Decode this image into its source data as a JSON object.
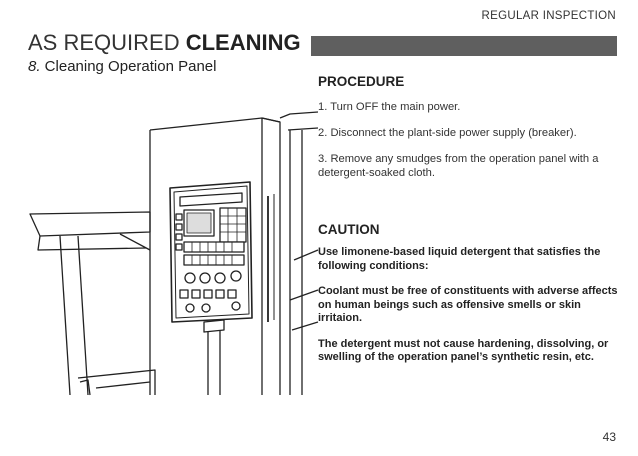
{
  "header": {
    "section": "REGULAR INSPECTION"
  },
  "title": {
    "prefix": "AS REQUIRED ",
    "bold": "CLEANING"
  },
  "subtitle": {
    "number": "8.",
    "text": " Cleaning Operation Panel"
  },
  "procedure": {
    "heading": "PROCEDURE",
    "steps": [
      "1. Turn OFF the main power.",
      "2. Disconnect the plant-side power supply (breaker).",
      "3. Remove any smudges from the operation panel with a detergent-soaked cloth."
    ]
  },
  "caution": {
    "heading": "CAUTION",
    "paragraphs": [
      "Use limonene-based liquid detergent that satisfies the following conditions:",
      "Coolant must be free of constituents with adverse affects on human beings such as offensive smells or skin irritaion.",
      "The detergent must not cause hardening, dissolving, or swelling of the operation panel’s synthetic resin, etc."
    ]
  },
  "footer": {
    "page_number": "43"
  },
  "illustration": {
    "subject": "machine operation panel line drawing"
  }
}
